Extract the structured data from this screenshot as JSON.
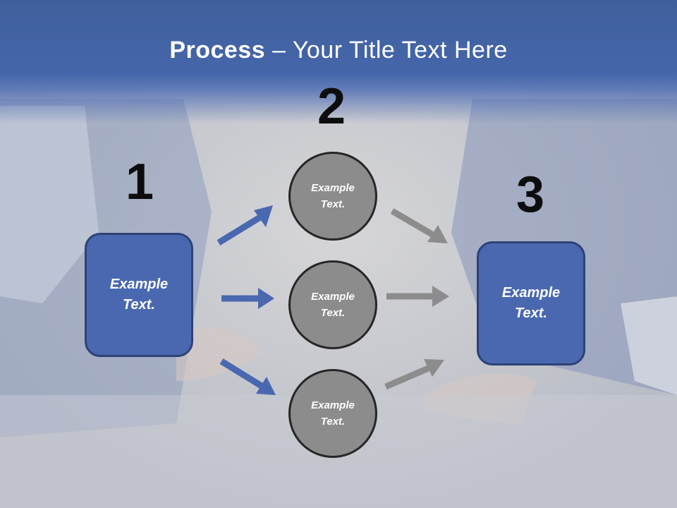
{
  "title": {
    "bold": "Process",
    "separator": " – ",
    "rest": "Your Title Text Here"
  },
  "steps": [
    {
      "number": "1",
      "box_text": [
        "Example",
        "Text."
      ]
    },
    {
      "number": "2",
      "circles": [
        [
          "Example",
          "Text."
        ],
        [
          "Example",
          "Text."
        ],
        [
          "Example",
          "Text."
        ]
      ]
    },
    {
      "number": "3",
      "box_text": [
        "Example",
        "Text."
      ]
    }
  ],
  "colors": {
    "title_band": "#4566aa",
    "box_fill": "#4a68b0",
    "box_border": "#2e4277",
    "circle_fill": "#8c8c8c",
    "circle_border": "#262626",
    "arrow_blue": "#4a68b0",
    "arrow_gray": "#8c8c8c"
  }
}
